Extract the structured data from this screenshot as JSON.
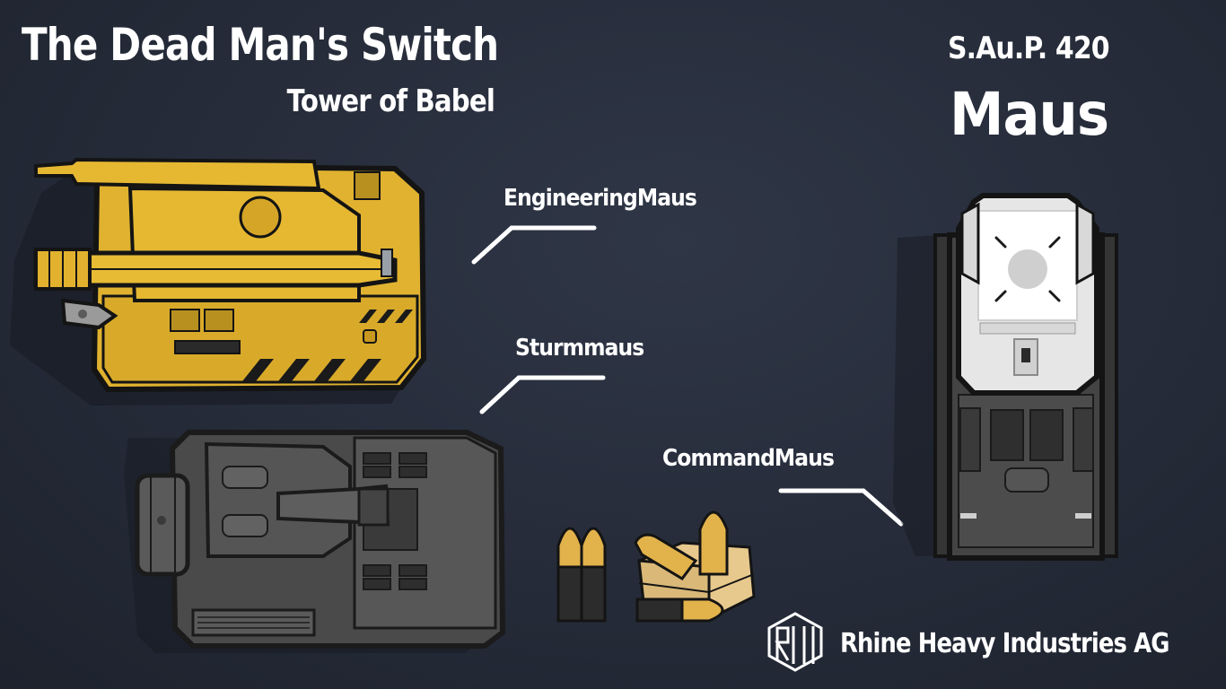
{
  "header": {
    "title": "The Dead Man's Switch",
    "subtitle": "Tower of Babel"
  },
  "unit": {
    "code": "S.Au.P. 420",
    "name": "Maus"
  },
  "variants": {
    "engineering": "EngineeringMaus",
    "sturm": "Sturmmaus",
    "command": "CommandMaus"
  },
  "company": {
    "name": "Rhine Heavy Industries AG",
    "logo_letters": "RHI"
  },
  "colors": {
    "engineering_body": "#e0b22f",
    "sturm_body": "#4a4a4a",
    "command_hull": "#3f3f3f",
    "command_turret": "#e6e6e6",
    "shell_tip": "#e2b24b",
    "crate": "#e8c98d"
  }
}
